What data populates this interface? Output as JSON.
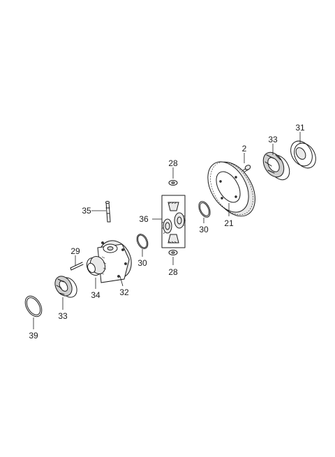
{
  "callouts": {
    "c2": "2",
    "c21": "21",
    "c28_top": "28",
    "c28_bottom": "28",
    "c29": "29",
    "c30_mid": "30",
    "c30_left": "30",
    "c31": "31",
    "c32": "32",
    "c33_top": "33",
    "c33_bottom": "33",
    "c34": "34",
    "c35": "35",
    "c36": "36",
    "c39": "39"
  }
}
